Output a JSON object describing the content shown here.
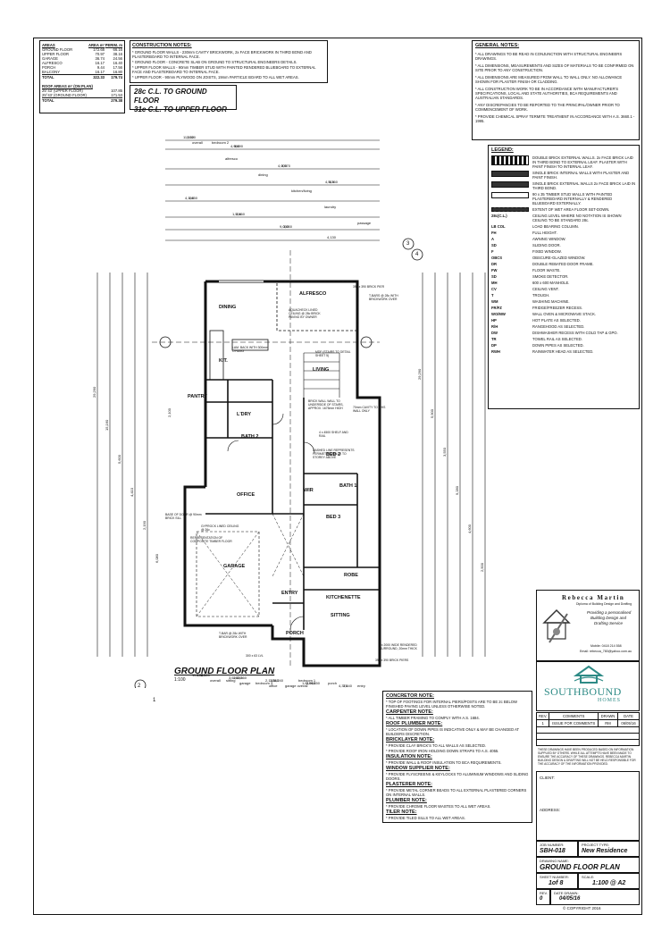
{
  "areas": {
    "headers": [
      "AREAS",
      "AREA m²",
      "PERIM. m"
    ],
    "rows": [
      [
        "GROUND FLOOR",
        "172.68",
        "66.16"
      ],
      [
        "UPPER FLOOR",
        "70.97",
        "38.16"
      ],
      [
        "GARAGE",
        "36.74",
        "24.56"
      ],
      [
        "ALFRESCO",
        "16.17",
        "16.40"
      ],
      [
        "PORCH",
        "9.44",
        "17.56"
      ],
      [
        "BALCONY",
        "16.17",
        "16.80"
      ],
      [
        "TOTAL",
        "322.33",
        "179.74"
      ]
    ],
    "roof_header": "ROOF AREAS m² (ON PLAN)",
    "roof_rows": [
      [
        "25°43' (UPPER FLOOR)",
        "107.85"
      ],
      [
        "25°43' (GROUND FLOOR)",
        "171.53"
      ],
      [
        "TOTAL",
        "279.38"
      ]
    ]
  },
  "construction_notes": {
    "title": "CONSTRUCTION NOTES:",
    "items": [
      "* GROUND FLOOR WALLS - 230mm CAVITY BRICKWORK, 2x FACE BRICKWORK IN THIRD BOND AND PLASTERBOARD TO INTERNAL FACE.",
      "* GROUND FLOOR - CONCRETE SLAB ON GROUND TO STRUCTURAL ENGINEERS DETAILS.",
      "* UPPER FLOOR WALLS - 90mm TIMBER STUD WITH PAINTED RENDERED BLUEBOARD TO EXTERNAL FACE AND PLASTERBOARD TO INTERNAL FACE.",
      "* UPPER FLOOR - 90mm PLYWOOD ON JOISTS, 19mm PARTICLE BOARD TO ALL WET AREAS."
    ]
  },
  "ceiling_heights": [
    "28c C.L. TO GROUND FLOOR",
    "31c C.L. TO UPPER FLOOR"
  ],
  "general_notes": {
    "title": "GENERAL NOTES:",
    "items": [
      "* ALL DRAWINGS TO BE READ IN CONJUNCTION WITH STRUCTURAL ENGINEERS DRAWINGS.",
      "* ALL DIMENSIONS, MEASUREMENTS AND SIZES OF MATERIALS TO BE CONFIRMED ON SITE PRIOR TO ANY CONSTRUCTION.",
      "* ALL DIMENSIONS ARE MEASURED FROM WALL TO WALL ONLY. NO ALLOWANCE SHOWN FOR PLASTER FINISH OR CLADDING.",
      "* ALL CONSTRUCTION WORK TO BE IN ACCORDANCE WITH MANUFACTURER'S SPECIFICATIONS, LOCAL AND STATE AUTHORITIES, BCA REQUIREMENTS AND AUSTRALIAN STANDARDS.",
      "* ANY DISCREPANCIES TO BE REPORTED TO THE PRINCIPAL/OWNER PRIOR TO COMMENCEMENT OF WORK.",
      "* PROVIDE CHEMICAL SPRAY TERMITE TREATMENT IN ACCORDANCE WITH A.S. 3660.1 - 1995."
    ]
  },
  "legend": {
    "title": "LEGEND:",
    "rows": [
      [
        "",
        "DOUBLE BRICK EXTERNAL WALLS. 2x FACE BRICK LAID IN THIRD BOND TO EXTERNAL LEAF. PLASTER WITH PAINT FINISH TO INTERNAL LEAF."
      ],
      [
        "",
        "SINGLE BRICK INTERNAL WALLS WITH PLASTER AND PAINT FINISH."
      ],
      [
        "",
        "SINGLE BRICK EXTERNAL WALLS 2x FACE BRICK LAID IN THIRD BOND."
      ],
      [
        "",
        "90 x 35 TIMBER STUD WALLS WITH PAINTED PLASTERBOARD INTERNALLY & RENDERED BLUEBOARD EXTERNALLY."
      ],
      [
        "",
        "EXTENT OF WET AREA FLOOR SET-DOWN."
      ],
      [
        "28c(C.L.)",
        "CEILING LEVEL WHERE NO NOTATION IS SHOWN CEILING TO BE STANDARD 28c."
      ],
      [
        "LB COL",
        "LOAD BEARING COLUMN."
      ],
      [
        "FH",
        "FULL HEIGHT."
      ],
      [
        "A",
        "AWNING WINDOW."
      ],
      [
        "SD",
        "SLIDING DOOR."
      ],
      [
        "F",
        "FIXED WINDOW."
      ],
      [
        "OBCS",
        "OBSCURE-GLAZED WINDOW."
      ],
      [
        "DR",
        "DOUBLE REBATED DOOR FRAME."
      ],
      [
        "FW",
        "FLOOR WASTE."
      ],
      [
        "SD",
        "SMOKE DETECTOR."
      ],
      [
        "MH",
        "600 x 600 MANHOLE."
      ],
      [
        "CV",
        "CEILING VENT."
      ],
      [
        "T",
        "TROUGH."
      ],
      [
        "WM",
        "WASHING MACHINE."
      ],
      [
        "FR/FZ",
        "FRIDGE/FREEZER RECESS."
      ],
      [
        "WO/MW",
        "WALL OVEN & MICROWAVE STACK."
      ],
      [
        "HP",
        "HOT PLATE AS SELECTED."
      ],
      [
        "R/H",
        "RANGEHOOD AS SELECTED."
      ],
      [
        "DW",
        "DISHWASHER RECESS WITH COLD TAP & GPO."
      ],
      [
        "TR",
        "TOWEL RAIL AS SELECTED."
      ],
      [
        "DP",
        "DOWN PIPES AS SELECTED."
      ],
      [
        "RWH",
        "RAINWATER HEAD AS SELECTED."
      ]
    ]
  },
  "trade_notes": [
    {
      "title": "CONCRETOR NOTE:",
      "items": [
        "* TOP OF FOOTINGS FOR INTERNAL PIERS/POSTS ARE TO BE 2c BELOW FINISHED PAVING LEVEL UNLESS OTHERWISE NOTED."
      ]
    },
    {
      "title": "CARPENTER NOTE:",
      "items": [
        "* ALL TIMBER FRAMING TO COMPLY WITH A.S. 1684."
      ]
    },
    {
      "title": "ROOF PLUMBER NOTE:",
      "items": [
        "* LOCATION OF DOWN PIPES IS INDICATIVE ONLY & MAY BE CHANGED AT BUILDERS DISCRETION."
      ]
    },
    {
      "title": "BRICKLAYER NOTE:",
      "items": [
        "* PROVIDE CLAY BRICK'S TO ALL WALLS AS SELECTED.",
        "* PROVIDE ROOF IRON HOLDING DOWN STRAPS TO A.S. 4055."
      ]
    },
    {
      "title": "INSULATION NOTE:",
      "items": [
        "* PROVIDE WALL & ROOF INSULATION TO BCA REQUIREMENTS."
      ]
    },
    {
      "title": "WINDOW SUPPLIER NOTE:",
      "items": [
        "* PROVIDE FLYSCREENS & KEYLOCKS TO ALUMINIUM WINDOWS AND SLIDING DOORS."
      ]
    },
    {
      "title": "PLASTERER NOTE:",
      "items": [
        "* PROVIDE METAL CORNER BEADS TO ALL EXTERNAL PLASTERED CORNERS ON INTERNAL WALLS."
      ]
    },
    {
      "title": "PLUMBER NOTE:",
      "items": [
        "* PROVIDE CHROME FLOOR WASTES TO ALL WET AREAS."
      ]
    },
    {
      "title": "TILER NOTE:",
      "items": [
        "* PROVIDE TILED SILLS TO ALL WET AREAS."
      ]
    }
  ],
  "designer": {
    "name": "Rebecca Martin",
    "sub": "Diploma of Building Design and Drafting",
    "tagline1": "Providing a personalised",
    "tagline2": "Building Design and",
    "tagline3": "Drafting Service",
    "mobile": "Mobile: 0418 214 558",
    "email": "Email: rebecca_780@yahoo.com.au"
  },
  "builder": {
    "name": "SOUTHBOUND",
    "sub": "HOMES"
  },
  "revisions": {
    "headers": [
      "REV.",
      "COMMENTS",
      "DRAWN",
      "DATE"
    ],
    "rows": [
      [
        "1",
        "ISSUE FOR COMMENTS",
        "RM",
        "06/05/16"
      ]
    ]
  },
  "disclaimer": "THESE DRAWINGS HAVE BEEN PRODUCED BASED ON INFORMATION SUPPLIED BY OTHERS. WHILE ALL ATTEMPTS HAVE BEEN MADE TO ENSURE THE ACCURACY OF THESE DRAWINGS. REBECCA MARTIN BUILDING DESIGN & DRAFTING WILL NOT BE HELD RESPONSIBLE FOR THE ACCURACY OF THE INFORMATION PROVIDED.",
  "client_label": "CLIENT:",
  "address_label": "ADDRESS:",
  "title_block": {
    "job_number_label": "JOB NUMBER:",
    "job_number": "SBH-018",
    "project_type_label": "PROJECT TYPE:",
    "project_type": "New Residence",
    "drawing_name_label": "DRAWING NAME:",
    "drawing_name": "GROUND FLOOR PLAN",
    "sheet_label": "SHEET NUMBER:",
    "sheet": "1of 8",
    "scale_label": "SCALE:",
    "scale": "1:100 @ A2",
    "rev_label": "REV.",
    "rev": "0",
    "date_label": "DATE DRAWN:",
    "date": "04/05/16",
    "copyright": "© COPYRIGHT 2016"
  },
  "plan": {
    "title": "GROUND FLOOR PLAN",
    "scale": "1:100",
    "rooms": [
      "DINING",
      "ALFRESCO",
      "LIVING",
      "KIT.",
      "PANTRY",
      "L'DRY",
      "BATH 2",
      "BED 2",
      "OFFICE",
      "BATH 1",
      "BED 3",
      "GARAGE",
      "ENTRY",
      "SITTING",
      "PORCH",
      "ROBE",
      "KITCHENETTE",
      "WIR"
    ],
    "top_dims": [
      "11,990",
      "4,950",
      "4,900",
      "4,510",
      "4,150",
      "1,500",
      "9,030",
      "4,130",
      "3,220",
      "5,690",
      "2,570",
      "5,360",
      "1,450",
      "2,460",
      "3,050"
    ],
    "top_dim_labels": [
      "overall",
      "alfresco",
      "dining",
      "kitchen/living",
      "laundry",
      "passage",
      "bedroom 2"
    ],
    "bottom_dims": [
      "11,990",
      "3,620",
      "2,130",
      "1,810",
      "4,370",
      "6,010",
      "1,450",
      "1,340",
      "2,990",
      "3,440",
      "2,360",
      "2,360",
      "6,240",
      "4,450"
    ],
    "bottom_dim_labels": [
      "overall",
      "garage",
      "office",
      "bedroom 1",
      "porch",
      "entry",
      "sitting",
      "bedroom 3",
      "garage overall"
    ],
    "left_dims": [
      "29,290",
      "15,160",
      "5,600",
      "4,410",
      "2,190",
      "6,080",
      "2,100"
    ],
    "right_dims": [
      "29,290",
      "5,900",
      "3,550",
      "9,280",
      "4,600",
      "2,500"
    ],
    "annotations": [
      "AQUACHECK LINED CEILING @ 28c BRICK PAVING BY OWNER",
      "T-BARS @ 28c WITH BRICKWORK OVER",
      "390 x 390 BRICK PIER",
      "LAM. BACK WITH 300mm O'HANG",
      "MDF (STAIRS TO DETAIL SHEET 5)",
      "BRICK WALL WALL TO UNDERSIDE OF STAIRS, APPROX. 1675mm HIGH",
      "70mm CAVITY TO THIS WALL ONLY",
      "4 x 4500 SHELF AND RAIL",
      "DASHED LINE REPRESENTS PERIMETER WALLS TO STOREY ABOVE",
      "REPRESENTATION OF COMPOSITE TIMBER FLOOR",
      "GYPROCK LINED CEILING @ 26c",
      "BASE OF DOOR @ 90mm BRICK SILL",
      "T-BAR @ 28c WITH BRICKWORK OVER",
      "390 x 390 BRICK PIERS",
      "300 x 63 LVL",
      "2x 2000 WIDE RENDERED SURROUND, 20mm THICK"
    ],
    "orientation_markers": [
      "1",
      "2",
      "3",
      "4"
    ]
  }
}
